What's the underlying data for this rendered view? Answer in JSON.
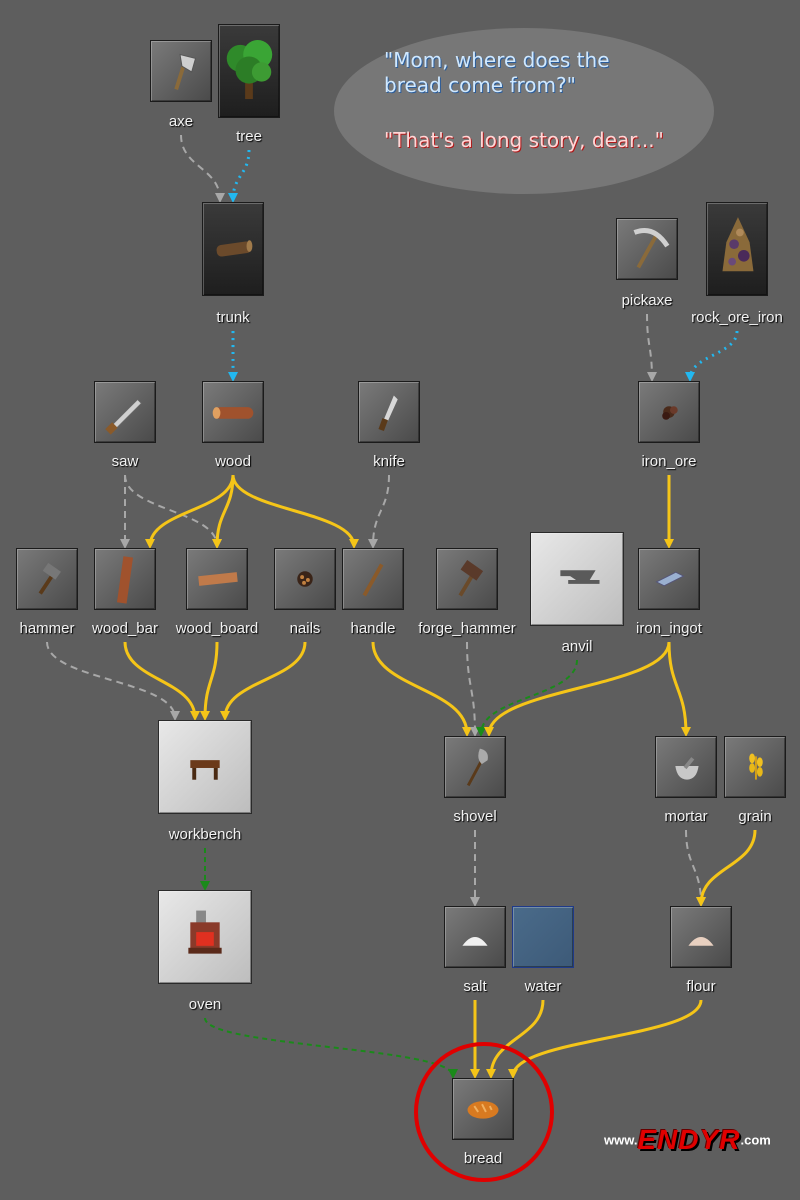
{
  "quote": {
    "line1": "\"Mom, where does the",
    "line2": "bread come from?\"",
    "line3": "\"That's a long story, dear...\""
  },
  "logo": {
    "prefix": "www.",
    "name": "ENDYR",
    "suffix": ".com"
  },
  "colors": {
    "background": "#5e5e5e",
    "arrow_yellow": "#f5c518",
    "arrow_gray": "#a8a8a8",
    "arrow_cyan": "#22b8f0",
    "arrow_green": "#1a8a1a",
    "highlight_circle": "#e00000"
  },
  "nodes": [
    {
      "id": "axe",
      "label": "axe",
      "icon": "axe-icon",
      "kind": "tool"
    },
    {
      "id": "tree",
      "label": "tree",
      "icon": "tree-icon",
      "kind": "resource"
    },
    {
      "id": "trunk",
      "label": "trunk",
      "icon": "trunk-icon",
      "kind": "resource"
    },
    {
      "id": "pickaxe",
      "label": "pickaxe",
      "icon": "pickaxe-icon",
      "kind": "tool"
    },
    {
      "id": "rock_ore_iron",
      "label": "rock_ore_iron",
      "icon": "rock-ore-iron-icon",
      "kind": "resource"
    },
    {
      "id": "saw",
      "label": "saw",
      "icon": "saw-icon",
      "kind": "tool"
    },
    {
      "id": "wood",
      "label": "wood",
      "icon": "wood-log-icon",
      "kind": "item"
    },
    {
      "id": "knife",
      "label": "knife",
      "icon": "knife-icon",
      "kind": "tool"
    },
    {
      "id": "iron_ore",
      "label": "iron_ore",
      "icon": "iron-ore-icon",
      "kind": "item"
    },
    {
      "id": "hammer",
      "label": "hammer",
      "icon": "hammer-icon",
      "kind": "tool"
    },
    {
      "id": "wood_bar",
      "label": "wood_bar",
      "icon": "wood-bar-icon",
      "kind": "item"
    },
    {
      "id": "wood_board",
      "label": "wood_board",
      "icon": "wood-board-icon",
      "kind": "item"
    },
    {
      "id": "nails",
      "label": "nails",
      "icon": "nails-icon",
      "kind": "item"
    },
    {
      "id": "handle",
      "label": "handle",
      "icon": "handle-icon",
      "kind": "item"
    },
    {
      "id": "forge_hammer",
      "label": "forge_hammer",
      "icon": "forge-hammer-icon",
      "kind": "tool"
    },
    {
      "id": "anvil",
      "label": "anvil",
      "icon": "anvil-icon",
      "kind": "station"
    },
    {
      "id": "iron_ingot",
      "label": "iron_ingot",
      "icon": "iron-ingot-icon",
      "kind": "item"
    },
    {
      "id": "workbench",
      "label": "workbench",
      "icon": "workbench-icon",
      "kind": "station"
    },
    {
      "id": "shovel",
      "label": "shovel",
      "icon": "shovel-icon",
      "kind": "item"
    },
    {
      "id": "mortar",
      "label": "mortar",
      "icon": "mortar-icon",
      "kind": "tool"
    },
    {
      "id": "grain",
      "label": "grain",
      "icon": "grain-icon",
      "kind": "item"
    },
    {
      "id": "oven",
      "label": "oven",
      "icon": "oven-icon",
      "kind": "station"
    },
    {
      "id": "salt",
      "label": "salt",
      "icon": "salt-icon",
      "kind": "item"
    },
    {
      "id": "water",
      "label": "water",
      "icon": "water-icon",
      "kind": "liquid"
    },
    {
      "id": "flour",
      "label": "flour",
      "icon": "flour-icon",
      "kind": "item"
    },
    {
      "id": "bread",
      "label": "bread",
      "icon": "bread-icon",
      "kind": "item"
    }
  ],
  "edges": [
    {
      "from": "axe",
      "to": "trunk",
      "type": "tool"
    },
    {
      "from": "tree",
      "to": "trunk",
      "type": "source"
    },
    {
      "from": "trunk",
      "to": "wood",
      "type": "source"
    },
    {
      "from": "pickaxe",
      "to": "iron_ore",
      "type": "tool"
    },
    {
      "from": "rock_ore_iron",
      "to": "iron_ore",
      "type": "source"
    },
    {
      "from": "saw",
      "to": "wood_bar",
      "type": "tool"
    },
    {
      "from": "saw",
      "to": "wood_board",
      "type": "tool"
    },
    {
      "from": "wood",
      "to": "wood_bar",
      "type": "ingredient"
    },
    {
      "from": "wood",
      "to": "wood_board",
      "type": "ingredient"
    },
    {
      "from": "wood",
      "to": "handle",
      "type": "ingredient"
    },
    {
      "from": "knife",
      "to": "handle",
      "type": "tool"
    },
    {
      "from": "iron_ore",
      "to": "iron_ingot",
      "type": "ingredient"
    },
    {
      "from": "hammer",
      "to": "workbench",
      "type": "tool"
    },
    {
      "from": "wood_bar",
      "to": "workbench",
      "type": "ingredient"
    },
    {
      "from": "wood_board",
      "to": "workbench",
      "type": "ingredient"
    },
    {
      "from": "nails",
      "to": "workbench",
      "type": "ingredient"
    },
    {
      "from": "handle",
      "to": "shovel",
      "type": "ingredient"
    },
    {
      "from": "forge_hammer",
      "to": "shovel",
      "type": "tool"
    },
    {
      "from": "anvil",
      "to": "shovel",
      "type": "station"
    },
    {
      "from": "iron_ingot",
      "to": "shovel",
      "type": "ingredient"
    },
    {
      "from": "iron_ingot",
      "to": "mortar",
      "type": "ingredient"
    },
    {
      "from": "workbench",
      "to": "oven",
      "type": "station"
    },
    {
      "from": "shovel",
      "to": "salt",
      "type": "tool"
    },
    {
      "from": "mortar",
      "to": "flour",
      "type": "tool"
    },
    {
      "from": "grain",
      "to": "flour",
      "type": "ingredient"
    },
    {
      "from": "oven",
      "to": "bread",
      "type": "station"
    },
    {
      "from": "salt",
      "to": "bread",
      "type": "ingredient"
    },
    {
      "from": "water",
      "to": "bread",
      "type": "ingredient"
    },
    {
      "from": "flour",
      "to": "bread",
      "type": "ingredient"
    }
  ]
}
